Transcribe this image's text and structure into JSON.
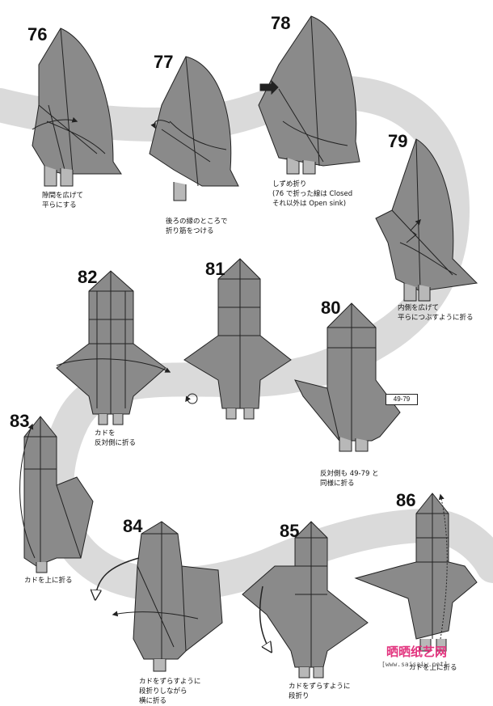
{
  "steps": [
    {
      "number": "76",
      "caption": [
        "隙間を広げて",
        "平らにする"
      ]
    },
    {
      "number": "77",
      "caption": [
        "後ろの縁のところで",
        "折り筋をつける"
      ]
    },
    {
      "number": "78",
      "caption": [
        "しずめ折り",
        "(76 で折った線は Closed",
        "それ以外は Open sink)"
      ]
    },
    {
      "number": "79",
      "caption": [
        "内側を広げて",
        "平らにつぶすように折る"
      ]
    },
    {
      "number": "80",
      "caption": [
        "反対側も 49-79 と",
        "同様に折る"
      ]
    },
    {
      "number": "81",
      "caption": []
    },
    {
      "number": "82",
      "caption": [
        "カドを",
        "反対側に折る"
      ]
    },
    {
      "number": "83",
      "caption": [
        "カドを上に折る"
      ]
    },
    {
      "number": "84",
      "caption": [
        "カドをずらすように",
        "段折りしながら",
        "横に折る"
      ]
    },
    {
      "number": "85",
      "caption": [
        "カドをずらすように",
        "段折り"
      ]
    },
    {
      "number": "86",
      "caption": [
        "カドを上に折る"
      ]
    }
  ],
  "reference_box": "49-79",
  "watermark": {
    "logo": "晒晒纸艺网",
    "url": "[www.saisaiw.net]"
  },
  "colors": {
    "paper": "#8a8a8a",
    "paper_light": "#a4a4a4",
    "paper_dark": "#6c6c6c",
    "path": "#d9d9d9",
    "line": "#222222"
  }
}
